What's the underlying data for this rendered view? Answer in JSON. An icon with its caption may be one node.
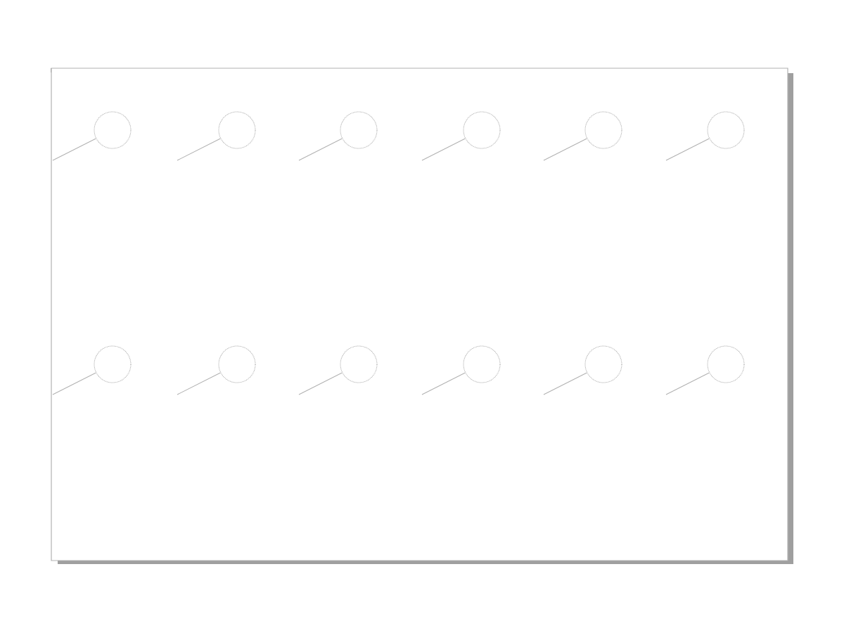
{
  "diagram": {
    "nodes": [
      {
        "text": [],
        "shape": "circle"
      },
      {
        "text": [],
        "shape": "circle"
      },
      {
        "text": [],
        "shape": "circle"
      },
      {
        "text": [],
        "shape": "circle"
      },
      {
        "text": [],
        "shape": "circle"
      },
      {
        "text": [],
        "shape": "circle"
      },
      {
        "text": [],
        "shape": "circle"
      },
      {
        "text": [],
        "shape": "circle"
      },
      {
        "text": [],
        "shape": "circle"
      },
      {
        "text": [],
        "shape": "circle"
      },
      {
        "text": [],
        "shape": "circle"
      },
      {
        "text": [],
        "shape": "circle"
      }
    ],
    "edges": [
      {
        "from": null,
        "to": 0,
        "arrow": "none"
      },
      {
        "from": null,
        "to": 1,
        "arrow": "none"
      },
      {
        "from": null,
        "to": 2,
        "arrow": "none"
      },
      {
        "from": null,
        "to": 3,
        "arrow": "none"
      },
      {
        "from": null,
        "to": 4,
        "arrow": "none"
      },
      {
        "from": null,
        "to": 5,
        "arrow": "none"
      },
      {
        "from": null,
        "to": 6,
        "arrow": "none"
      },
      {
        "from": null,
        "to": 7,
        "arrow": "none"
      },
      {
        "from": null,
        "to": 8,
        "arrow": "none"
      },
      {
        "from": null,
        "to": 9,
        "arrow": "none"
      },
      {
        "from": null,
        "to": 10,
        "arrow": "none"
      },
      {
        "from": null,
        "to": 11,
        "arrow": "none"
      }
    ]
  }
}
